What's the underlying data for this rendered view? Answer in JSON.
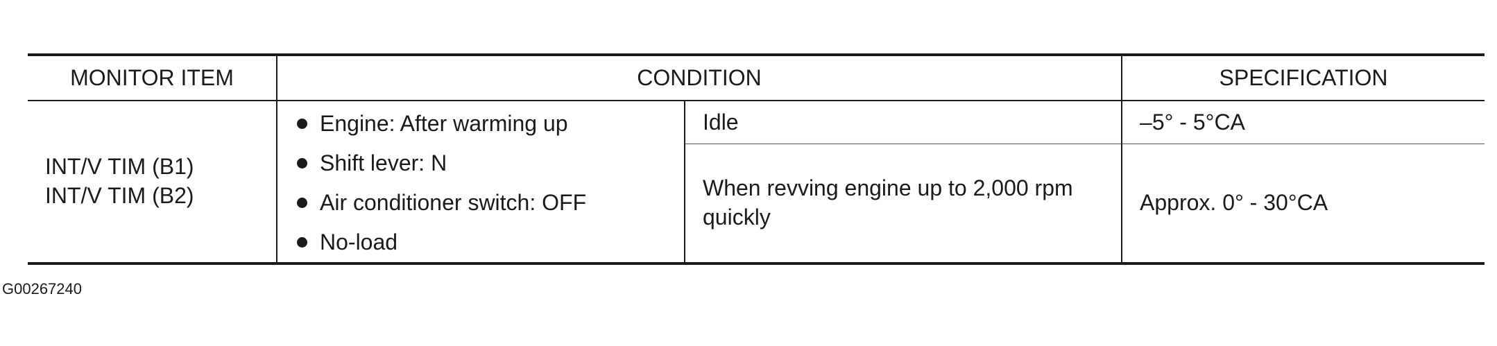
{
  "table": {
    "headers": {
      "monitor_item": "MONITOR ITEM",
      "condition": "CONDITION",
      "specification": "SPECIFICATION"
    },
    "monitor_items": [
      "INT/V TIM (B1)",
      "INT/V TIM (B2)"
    ],
    "conditions": [
      "Engine: After warming up",
      "Shift lever: N",
      "Air conditioner switch: OFF",
      "No-load"
    ],
    "rows": [
      {
        "state": "Idle",
        "spec": "–5° - 5°CA"
      },
      {
        "state_line1": "When revving engine up to 2,000 rpm",
        "state_line2": "quickly",
        "spec": "Approx. 0° - 30°CA"
      }
    ]
  },
  "figure_id": "G00267240"
}
